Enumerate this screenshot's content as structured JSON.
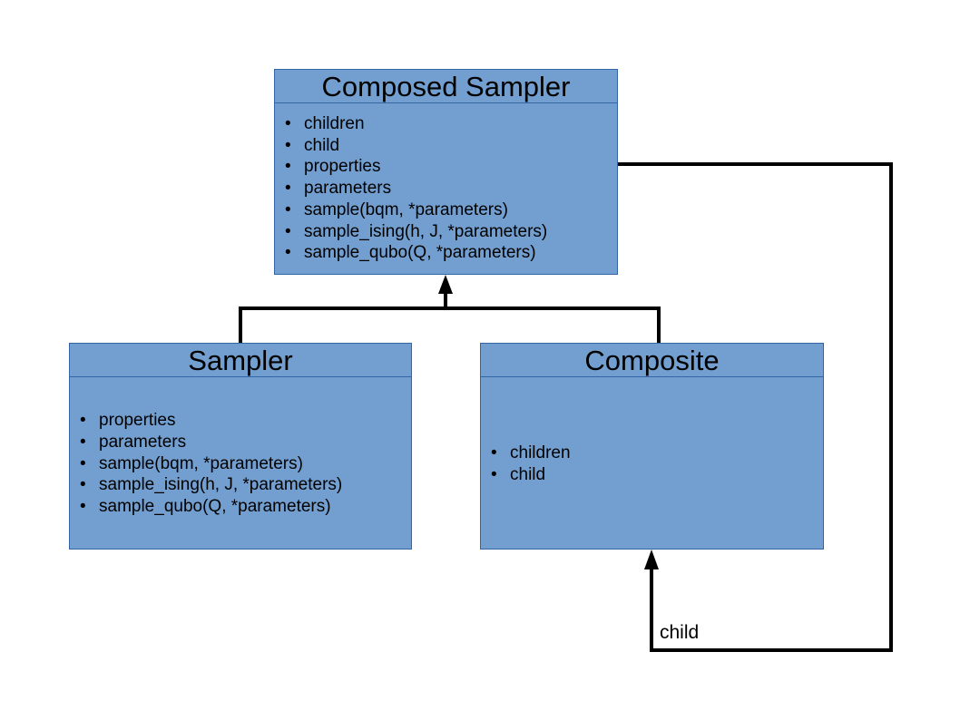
{
  "diagram": {
    "composed_sampler": {
      "title": "Composed Sampler",
      "items": [
        "children",
        "child",
        "properties",
        "parameters",
        "sample(bqm, *parameters)",
        "sample_ising(h, J, *parameters)",
        "sample_qubo(Q, *parameters)"
      ]
    },
    "sampler": {
      "title": "Sampler",
      "items": [
        "properties",
        "parameters",
        "sample(bqm, *parameters)",
        "sample_ising(h, J, *parameters)",
        "sample_qubo(Q, *parameters)"
      ]
    },
    "composite": {
      "title": "Composite",
      "items": [
        "children",
        "child"
      ]
    },
    "child_edge_label": "child",
    "bullet": "•",
    "colors": {
      "box_fill": "#729fcf",
      "box_border": "#3465a4",
      "connector": "#000000"
    }
  }
}
